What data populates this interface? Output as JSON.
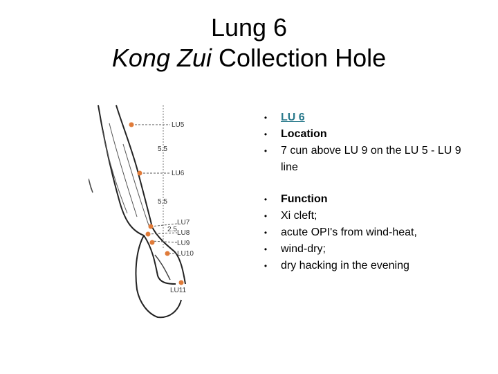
{
  "slide": {
    "title_line1": "Lung 6",
    "title_line2_italic": "Kong Zui",
    "title_line2_rest": " Collection Hole"
  },
  "figure": {
    "labels": {
      "lu5": "LU5",
      "lu6": "LU6",
      "lu7": "LU7",
      "lu8": "LU8",
      "lu9": "LU9",
      "lu10": "LU10",
      "lu11": "LU11",
      "m1": "5.5",
      "m2": "5.5",
      "m3": "2.5"
    },
    "point_color": "#e07b39"
  },
  "bullets": {
    "group1": [
      {
        "text": "LU 6",
        "style": "link"
      },
      {
        "text": "Location",
        "style": "bold"
      },
      {
        "text": "7 cun above LU 9 on the LU 5 - LU 9 line",
        "style": "normal"
      }
    ],
    "group2": [
      {
        "text": "Function",
        "style": "bold"
      },
      {
        "text": "Xi cleft;",
        "style": "normal"
      },
      {
        "text": "acute OPI's from wind-heat,",
        "style": "normal"
      },
      {
        "text": "wind-dry;",
        "style": "normal"
      },
      {
        "text": "dry hacking in the evening",
        "style": "normal"
      }
    ],
    "bullet_glyph": "•"
  }
}
